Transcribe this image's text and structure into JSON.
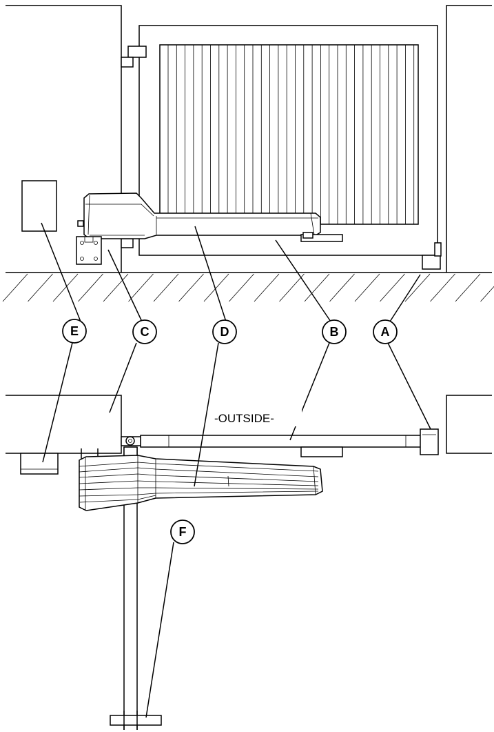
{
  "callouts": {
    "a": "A",
    "b": "B",
    "c": "C",
    "d": "D",
    "e": "E",
    "f": "F"
  },
  "labels": {
    "outside": "-OUTSIDE-"
  }
}
